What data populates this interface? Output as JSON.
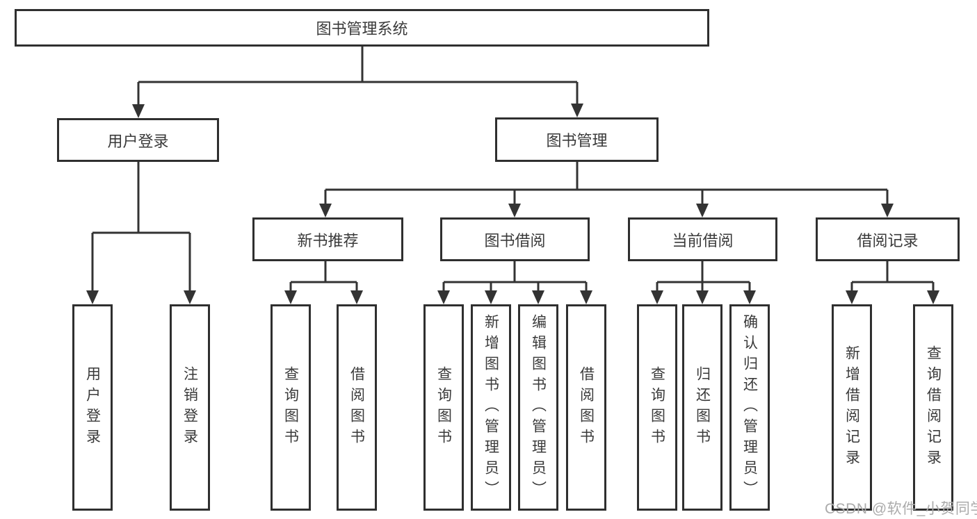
{
  "diagram_title": "图书管理系统",
  "nodes": {
    "root": "图书管理系统",
    "user_login": "用户登录",
    "book_mgmt": "图书管理",
    "new_rec": "新书推荐",
    "book_borrow": "图书借阅",
    "current_borrow": "当前借阅",
    "borrow_records": "借阅记录",
    "ul_login": "用户登录",
    "ul_logout": "注销登录",
    "nr_query": "查询图书",
    "nr_borrow": "借阅图书",
    "bb_query": "查询图书",
    "bb_add": "新增图书（管理员）",
    "bb_edit": "编辑图书（管理员）",
    "bb_borrow": "借阅图书",
    "cb_query": "查询图书",
    "cb_return": "归还图书",
    "cb_confirm": "确认归还（管理员）",
    "br_add": "新增借阅记录",
    "br_query": "查询借阅记录"
  },
  "watermark": "CSDN @软件_小贺同学",
  "colors": {
    "line": "#333333",
    "border": "#2f2f2f",
    "text": "#3a3a3a",
    "watermark": "#ababab",
    "background": "#ffffff"
  }
}
